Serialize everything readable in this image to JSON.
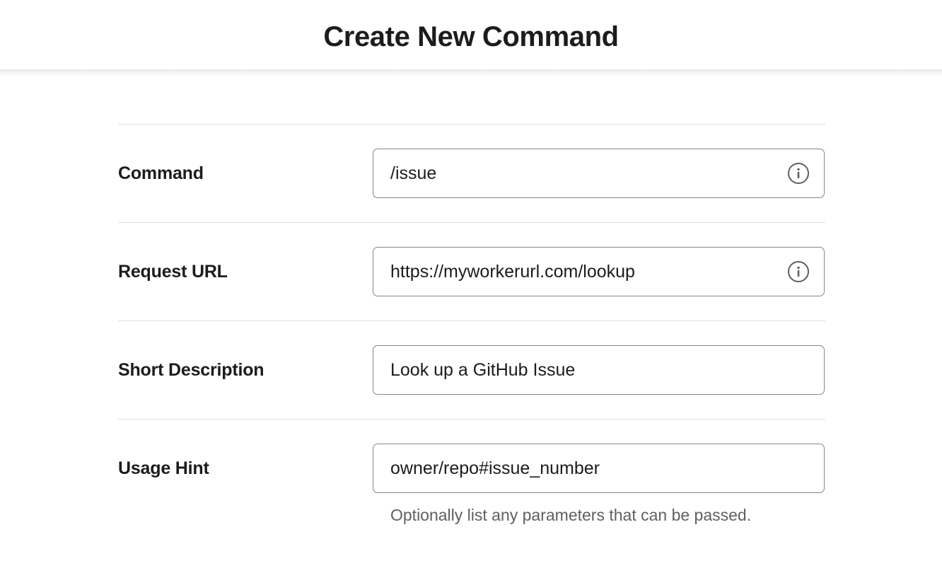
{
  "header": {
    "title": "Create New Command"
  },
  "form": {
    "rows": [
      {
        "id": "command",
        "label": "Command",
        "value": "/issue",
        "placeholder": "/command",
        "has_info_icon": true,
        "info_icon_name": "info-icon",
        "helper": ""
      },
      {
        "id": "request-url",
        "label": "Request URL",
        "value": "https://myworkerurl.com/lookup",
        "placeholder": "https://example.com/slack",
        "has_info_icon": true,
        "info_icon_name": "info-icon",
        "helper": ""
      },
      {
        "id": "short-description",
        "label": "Short Description",
        "value": "Look up a GitHub Issue",
        "placeholder": "Short Description",
        "has_info_icon": false,
        "info_icon_name": "",
        "helper": ""
      },
      {
        "id": "usage-hint",
        "label": "Usage Hint",
        "value": "owner/repo#issue_number",
        "placeholder": "Usage Hint",
        "has_info_icon": false,
        "info_icon_name": "",
        "helper": "Optionally list any parameters that can be passed."
      }
    ]
  },
  "colors": {
    "text": "#1d1c1d",
    "muted_text": "#616061",
    "input_border": "#868686",
    "divider": "#e0e0e0",
    "background": "#ffffff"
  }
}
